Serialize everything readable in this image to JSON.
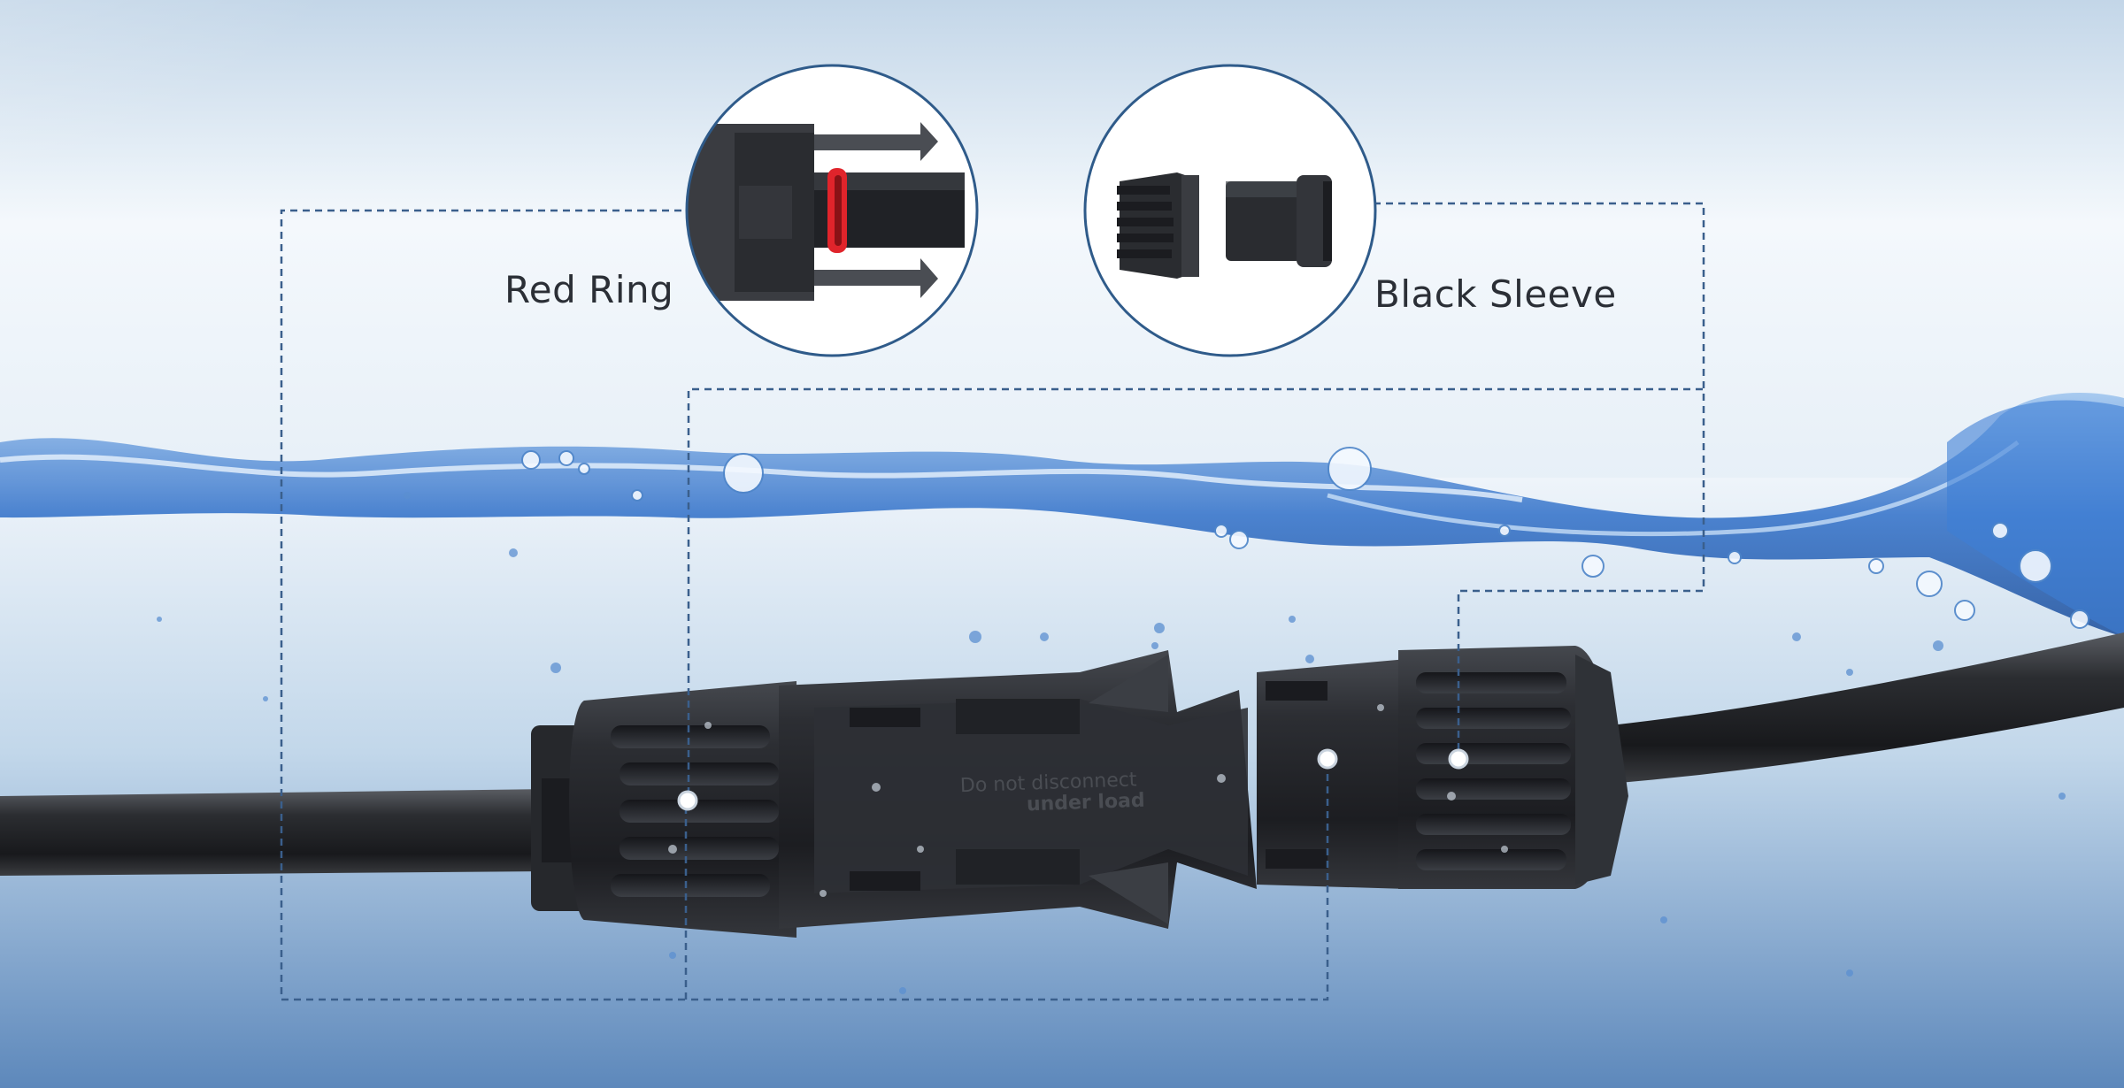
{
  "callouts": {
    "red_ring": {
      "label": "Red Ring",
      "icon": "red-ring-seal-icon"
    },
    "black_sleeve": {
      "label": "Black Sleeve",
      "icon": "black-sleeve-icon"
    }
  },
  "connector": {
    "engraving_line1": "Do not disconnect",
    "engraving_line2": "under load"
  },
  "colors": {
    "guide_line": "#3a5f8c",
    "callout_ring": "#2f5b8a",
    "red_ring": "#e0242b",
    "connector_body": "#2a2c30",
    "water": "#2f6fc8"
  }
}
